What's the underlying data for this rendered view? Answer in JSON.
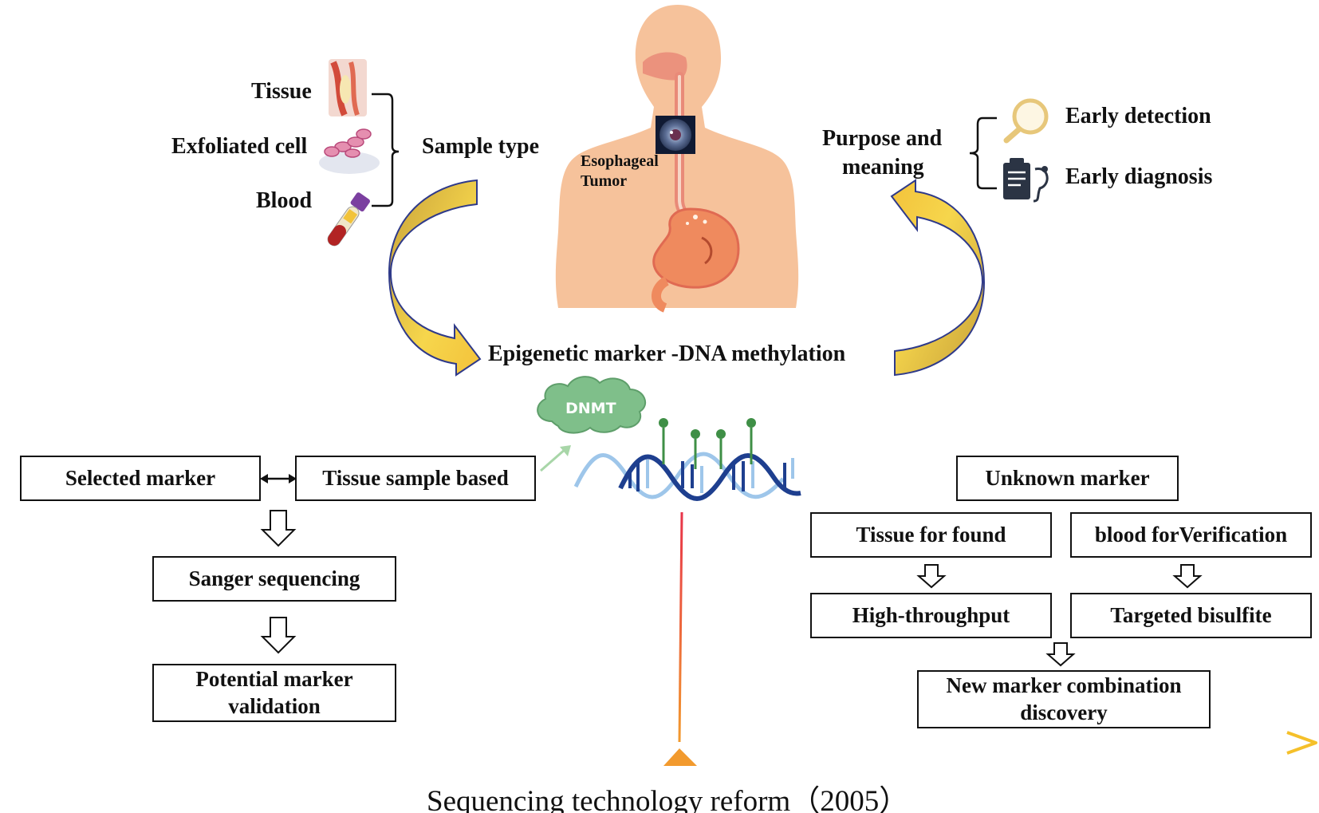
{
  "sample_types": {
    "tissue": "Tissue",
    "exfoliated_cell": "Exfoliated cell",
    "blood": "Blood",
    "group_label": "Sample type"
  },
  "body": {
    "tumor_label_line1": "Esophageal",
    "tumor_label_line2": "Tumor"
  },
  "purpose": {
    "group_label_line1": "Purpose and",
    "group_label_line2": "meaning",
    "early_detection": "Early detection",
    "early_diagnosis": "Early diagnosis"
  },
  "center_label": "Epigenetic marker -DNA methylation",
  "dnmt": "DNMT",
  "left_flow": {
    "selected_marker": "Selected marker",
    "tissue_sample_based": "Tissue sample based",
    "sanger_sequencing": "Sanger sequencing",
    "potential_line1": "Potential marker",
    "potential_line2": "validation"
  },
  "right_flow": {
    "unknown_marker": "Unknown marker",
    "tissue_for_found": "Tissue for found",
    "blood_verification": "blood forVerification",
    "high_throughput": "High-throughput",
    "targeted_bisulfite": "Targeted bisulfite",
    "new_combo_line1": "New marker combination",
    "new_combo_line2": "discovery"
  },
  "timeline": {
    "caption": "Sequencing technology reform（2005）",
    "colors": {
      "start": "#e4246e",
      "middle": "#f29a2e",
      "end": "#f5c02a"
    }
  },
  "colors": {
    "skin": "#f6c29b",
    "curved_arrow_fill": "#f4d24a",
    "curved_arrow_stroke": "#2f3a8a",
    "dna_blue": "#1e3f8f",
    "dna_light": "#9ec6ea",
    "methyl_green": "#3f8f46",
    "dnmt_cloud": "#7fbf8a"
  }
}
